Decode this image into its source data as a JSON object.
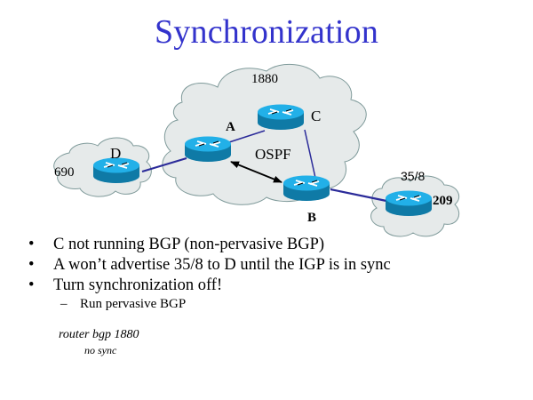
{
  "slide": {
    "title": "Synchronization",
    "colors": {
      "title": "#3333cc",
      "cloud_fill": "#e6eaea",
      "cloud_stroke": "#7f9a9a",
      "link": "#2a2a99",
      "router_top": "#22b0e8",
      "router_side": "#0f7aa6"
    }
  },
  "diagram": {
    "clouds": [
      {
        "id": "as1880",
        "label": "1880",
        "protocol_label": "OSPF"
      },
      {
        "id": "as690",
        "label": "690"
      },
      {
        "id": "as209",
        "label": "209",
        "prefix_label": "35/8"
      }
    ],
    "routers": [
      {
        "id": "A",
        "label": "A",
        "icon": "router-icon"
      },
      {
        "id": "B",
        "label": "B",
        "icon": "router-icon"
      },
      {
        "id": "C",
        "label": "C",
        "icon": "router-icon"
      },
      {
        "id": "D",
        "label": "D",
        "icon": "router-icon"
      },
      {
        "id": "E",
        "label": "",
        "icon": "router-icon"
      }
    ],
    "links": [
      {
        "from": "D",
        "to": "A",
        "type": "line"
      },
      {
        "from": "A",
        "to": "C",
        "type": "line"
      },
      {
        "from": "C",
        "to": "B",
        "type": "line"
      },
      {
        "from": "B",
        "to": "E",
        "type": "line"
      },
      {
        "from": "A",
        "to": "B",
        "type": "double-arrow"
      }
    ]
  },
  "bullets": [
    {
      "marker": "•",
      "text": "C not running BGP (non-pervasive BGP)"
    },
    {
      "marker": "•",
      "text": "A won’t advertise 35/8 to D until the IGP is in sync"
    },
    {
      "marker": "•",
      "text": "Turn synchronization off!"
    }
  ],
  "sub_bullets": [
    {
      "marker": "–",
      "text": "Run pervasive BGP"
    }
  ],
  "config": {
    "line1": "router bgp 1880",
    "line2": "no sync"
  }
}
